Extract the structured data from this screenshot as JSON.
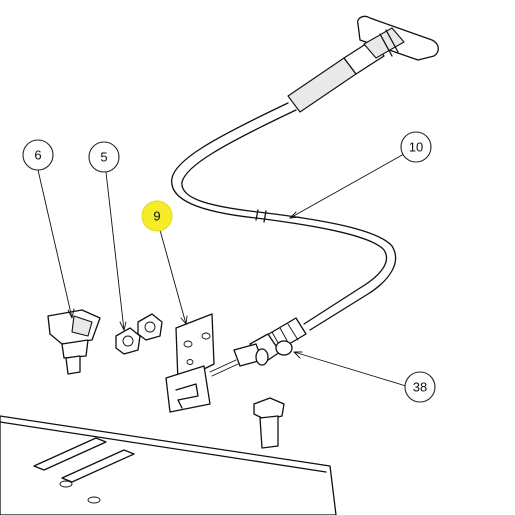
{
  "callouts": {
    "c5": "5",
    "c6": "6",
    "c9": "9",
    "c10": "10",
    "c38": "38"
  },
  "colors": {
    "highlight": "#f6ec2a",
    "line": "#111111",
    "background": "#ffffff"
  }
}
